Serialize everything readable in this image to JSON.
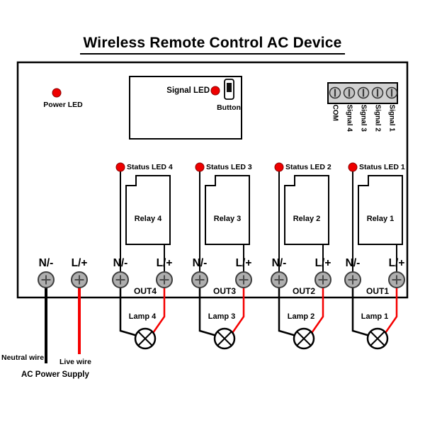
{
  "title": "Wireless Remote Control AC Device",
  "device": {
    "power_led_label": "Power LED",
    "signal_led_label": "Signal LED",
    "button_label": "Button",
    "terminal_block": {
      "labels": [
        "COM",
        "Signal 4",
        "Signal 3",
        "Signal 2",
        "Signal 1"
      ]
    },
    "power_input": {
      "n_label": "N/-",
      "l_label": "L/+"
    },
    "channels": [
      {
        "status_led_label": "Status LED 4",
        "relay_label": "Relay 4",
        "n_label": "N/-",
        "l_label": "L/+",
        "out_label": "OUT4",
        "lamp_label": "Lamp 4"
      },
      {
        "status_led_label": "Status LED 3",
        "relay_label": "Relay 3",
        "n_label": "N/-",
        "l_label": "L/+",
        "out_label": "OUT3",
        "lamp_label": "Lamp 3"
      },
      {
        "status_led_label": "Status LED 2",
        "relay_label": "Relay 2",
        "n_label": "N/-",
        "l_label": "L/+",
        "out_label": "OUT2",
        "lamp_label": "Lamp 2"
      },
      {
        "status_led_label": "Status LED 1",
        "relay_label": "Relay 1",
        "n_label": "N/-",
        "l_label": "L/+",
        "out_label": "OUT1",
        "lamp_label": "Lamp 1"
      }
    ]
  },
  "external": {
    "neutral_wire_label": "Neutral wire",
    "live_wire_label": "Live wire",
    "ac_power_label": "AC Power Supply"
  },
  "colors": {
    "led_red": "#ee0000",
    "wire_live": "#f50000",
    "wire_neutral": "#000000",
    "screw_fill": "#aeaeae",
    "terminal_block_fill": "#d2d2d2"
  }
}
